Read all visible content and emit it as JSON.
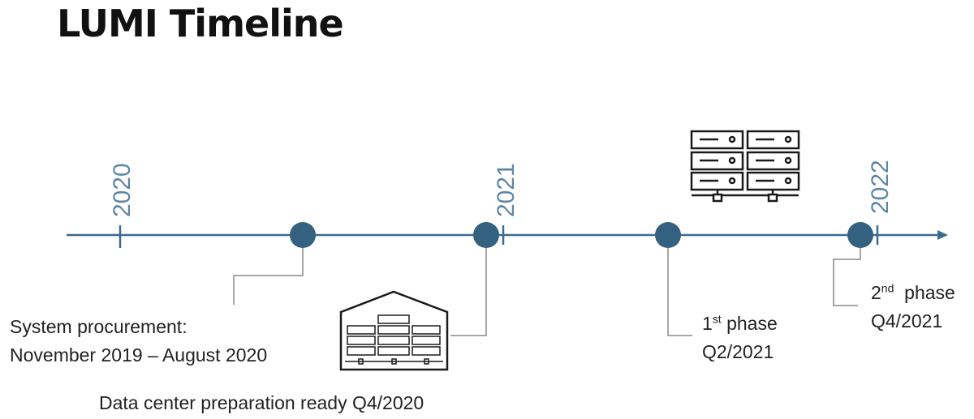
{
  "title": "LUMI Timeline",
  "colors": {
    "timeline": "#3e6a8e",
    "milestone": "#33617f",
    "year_label": "#5d87a5",
    "leader": "#8a8a8a",
    "icon": "#1a1a1a"
  },
  "years": [
    "2020",
    "2021",
    "2022"
  ],
  "milestones": [
    {
      "id": "procurement",
      "text_lines": [
        "System procurement:",
        "November 2019 – August 2020"
      ]
    },
    {
      "id": "datacenter",
      "text": "Data center preparation ready Q4/2020",
      "icon": "data-center-building-icon"
    },
    {
      "id": "phase1",
      "ordinal": "1",
      "ordinal_suffix": "st",
      "phase_word": "phase",
      "quarter": "Q2/2021",
      "icon": "server-rack-icon"
    },
    {
      "id": "phase2",
      "ordinal": "2",
      "ordinal_suffix": "nd",
      "phase_word": "phase",
      "quarter": "Q4/2021"
    }
  ]
}
